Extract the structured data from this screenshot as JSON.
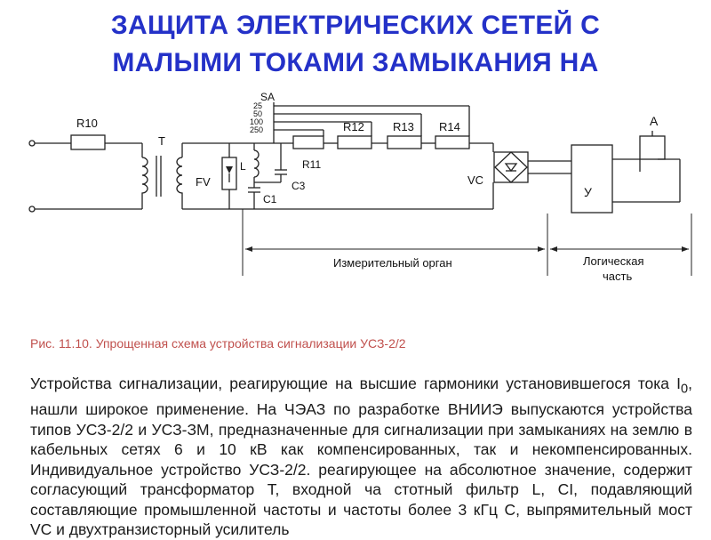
{
  "title": {
    "line1": "ЗАЩИТА ЭЛЕКТРИЧЕСКИХ СЕТЕЙ С",
    "line2": "МАЛЫМИ ТОКАМИ ЗАМЫКАНИЯ НА"
  },
  "schematic": {
    "labels": {
      "r10": "R10",
      "t": "T",
      "fv": "FV",
      "l": "L",
      "c1": "C1",
      "c3": "C3",
      "r11": "R11",
      "r12": "R12",
      "r13": "R13",
      "r14": "R14",
      "sa": "SA",
      "sa_25": "25",
      "sa_50": "50",
      "sa_100": "100",
      "sa_250": "250",
      "vc": "VC",
      "u": "У",
      "a": "А"
    },
    "regions": {
      "measuring": "Измерительный орган",
      "logic_line1": "Логическая",
      "logic_line2": "часть"
    }
  },
  "caption": "Рис. 11.10. Упрощенная схема устройства сигнализации УСЗ-2/2",
  "body": {
    "p1": "Устройства сигнализации, реагирующие на высшие гармоники установившегося тока I",
    "p1_sub": "0",
    "p1_rest": ", нашли широкое применение. На ЧЭАЗ по разработке ВНИИЭ выпускаются устройства типов УСЗ-2/2 и УСЗ-ЗМ, предназначенные для сигнализации при замыканиях на землю в кабельных сетях 6 и 10 кВ как компенсированных, так и некомпенсированных. Индивидуальное устройство УСЗ-2/2. реагирующее на абсолютное значение, содержит согласующий трансформатор Т, входной ча стотный фильтр L, CI, подавляющий составляющие промышленной частоты и частоты более 3 кГц С, выпрямительный мост VC и двухтранзисторный усилитель"
  }
}
